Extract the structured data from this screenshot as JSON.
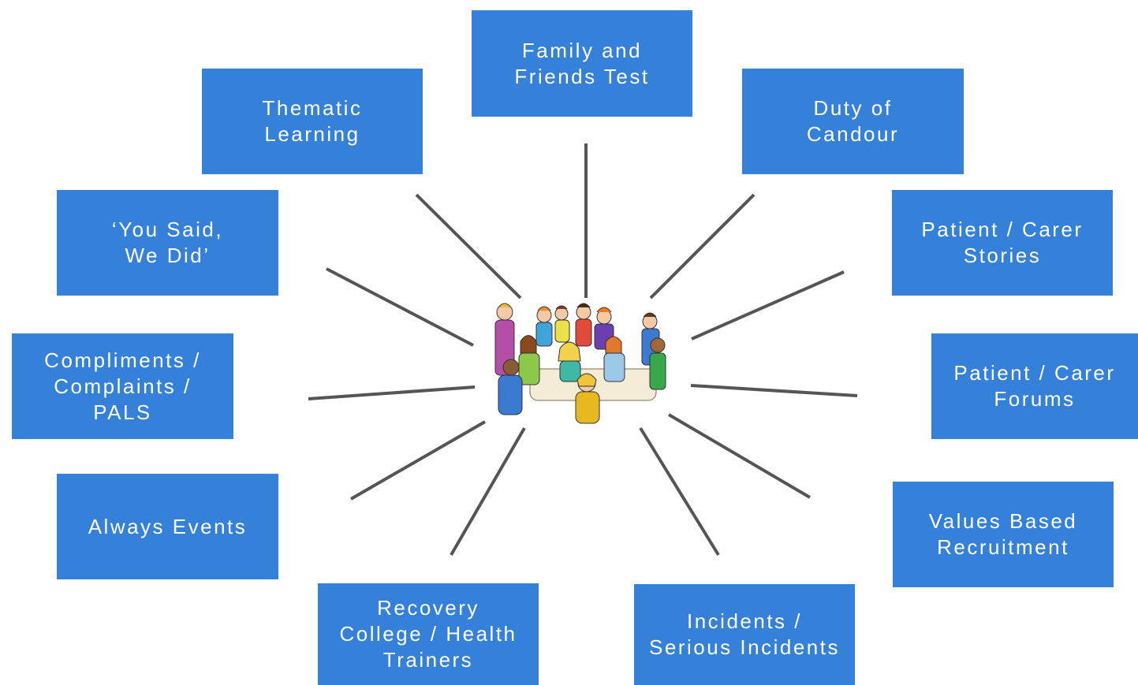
{
  "nodes": [
    {
      "id": "family-friends",
      "lines": [
        "Family and",
        "Friends Test"
      ]
    },
    {
      "id": "thematic",
      "lines": [
        "Thematic",
        "Learning"
      ]
    },
    {
      "id": "duty-candour",
      "lines": [
        "Duty of",
        "Candour"
      ]
    },
    {
      "id": "you-said",
      "lines": [
        "‘You Said,",
        "We Did’"
      ]
    },
    {
      "id": "patient-stories",
      "lines": [
        "Patient / Carer",
        "Stories"
      ]
    },
    {
      "id": "compliments",
      "lines": [
        "Compliments /",
        "Complaints /",
        "PALS"
      ]
    },
    {
      "id": "patient-forums",
      "lines": [
        "Patient / Carer",
        "Forums"
      ]
    },
    {
      "id": "always-events",
      "lines": [
        "Always Events"
      ]
    },
    {
      "id": "values",
      "lines": [
        "Values Based",
        "Recruitment"
      ]
    },
    {
      "id": "recovery",
      "lines": [
        "Recovery",
        "College / Health",
        "Trainers"
      ]
    },
    {
      "id": "incidents",
      "lines": [
        "Incidents /",
        "Serious Incidents"
      ]
    }
  ],
  "colors": {
    "box": "#3580d8",
    "box_text": "#ffffff",
    "spoke": "#555555"
  },
  "center": {
    "icon": "group-of-people-illustration"
  }
}
